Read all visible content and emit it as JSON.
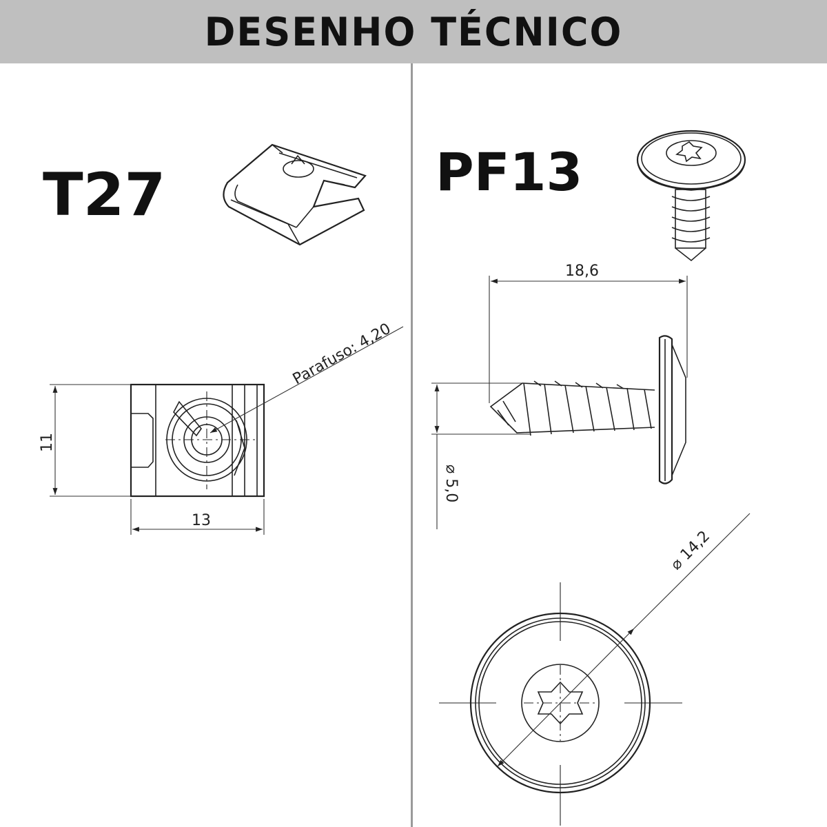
{
  "header": {
    "title": "DESENHO TÉCNICO"
  },
  "left_panel": {
    "model": "T27",
    "dims": {
      "height": "11",
      "width": "13",
      "screw_note": "Parafuso: 4,20"
    }
  },
  "right_panel": {
    "model": "PF13",
    "dims": {
      "length": "18,6",
      "thread_diameter": "⌀ 5,0",
      "head_diameter": "⌀ 14,2"
    }
  }
}
